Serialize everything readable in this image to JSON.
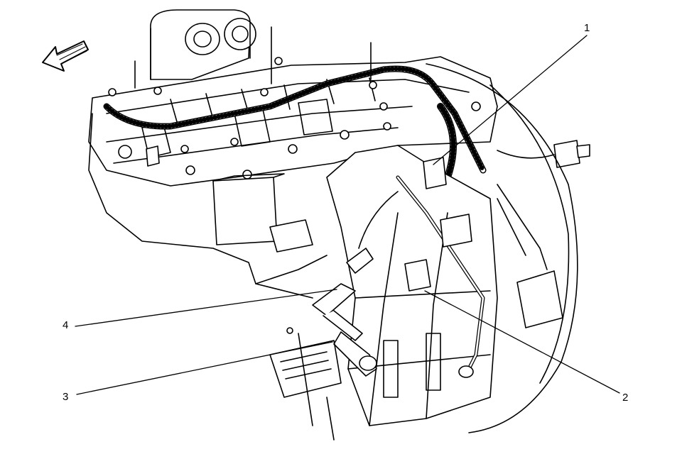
{
  "diagram": {
    "description_kind": "engine-component-line-illustration",
    "direction_arrow_icon": "front-of-vehicle-arrow-icon",
    "colors": {
      "line": "#000000",
      "background": "#ffffff"
    },
    "callouts": [
      {
        "id": "1",
        "label": "1"
      },
      {
        "id": "2",
        "label": "2"
      },
      {
        "id": "3",
        "label": "3"
      },
      {
        "id": "4",
        "label": "4"
      }
    ]
  }
}
